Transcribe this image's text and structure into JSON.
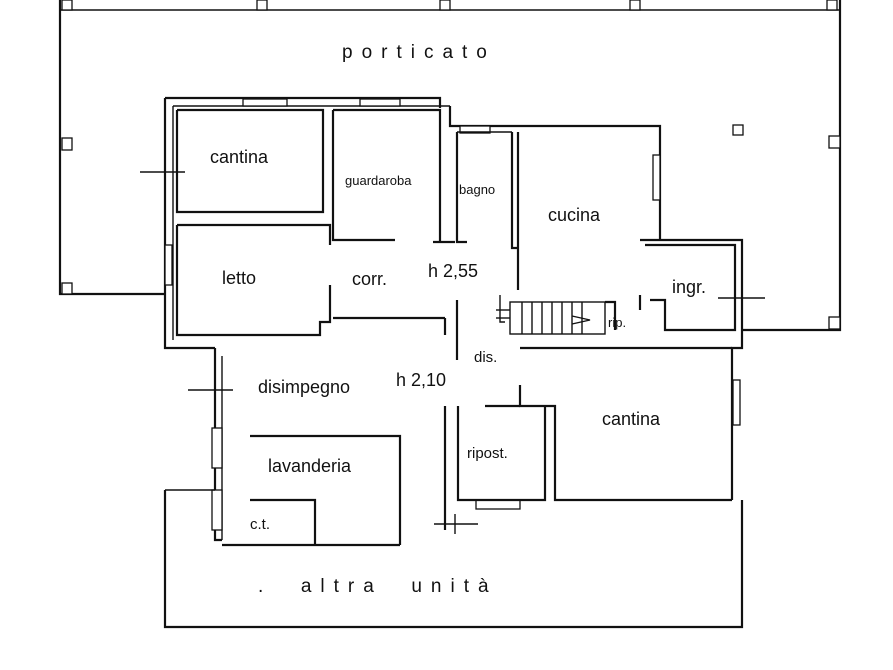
{
  "labels": {
    "porticato": "porticato",
    "cantina_top": "cantina",
    "guardaroba": "guardaroba",
    "bagno": "bagno",
    "cucina": "cucina",
    "letto": "letto",
    "corr": "corr.",
    "h1": "h 2,55",
    "ingr": "ingr.",
    "rip": "rip.",
    "dis": "dis.",
    "disimpegno": "disimpegno",
    "h2": "h 2,10",
    "cantina_bottom": "cantina",
    "ripost": "ripost.",
    "lavanderia": "lavanderia",
    "ct": "c.t.",
    "altra_unita": ".  altra  unità"
  }
}
